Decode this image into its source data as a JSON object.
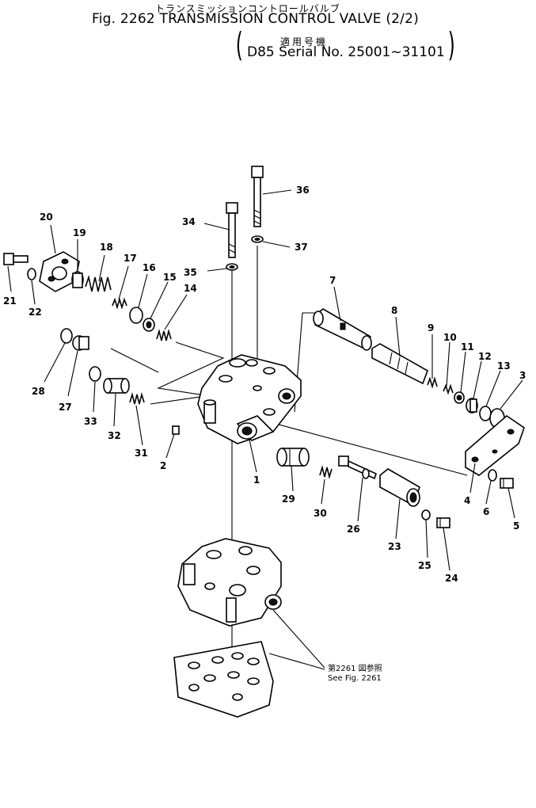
{
  "header": {
    "title_jp": "トランスミッションコントロールバルブ",
    "title_en": "Fig. 2262 TRANSMISSION CONTROL VALVE (2/2)",
    "applicability_jp": "適用号機",
    "serial": "D85 Serial No. 25001~31101"
  },
  "reference": {
    "jp": "第2261 図参照",
    "en": "See Fig. 2261"
  },
  "labels": {
    "p1": "1",
    "p2": "2",
    "p3": "3",
    "p4": "4",
    "p5": "5",
    "p6": "6",
    "p7": "7",
    "p8": "8",
    "p9": "9",
    "p10": "10",
    "p11": "11",
    "p12": "12",
    "p13": "13",
    "p14": "14",
    "p15": "15",
    "p16": "16",
    "p17": "17",
    "p18": "18",
    "p19": "19",
    "p20": "20",
    "p21": "21",
    "p22": "22",
    "p23": "23",
    "p24": "24",
    "p25": "25",
    "p26": "26",
    "p27": "27",
    "p28": "28",
    "p29": "29",
    "p30": "30",
    "p31": "31",
    "p32": "32",
    "p33": "33",
    "p34": "34",
    "p35": "35",
    "p36": "36",
    "p37": "37"
  }
}
